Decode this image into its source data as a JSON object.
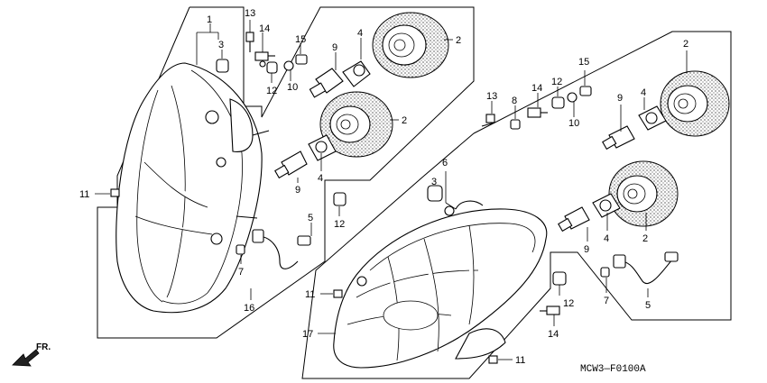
{
  "callouts": {
    "c1": "1",
    "c3a": "3",
    "c13a": "13",
    "c14a": "14",
    "c15a": "15",
    "c12a": "12",
    "c10a": "10",
    "c9a": "9",
    "c4a": "4",
    "c2a": "2",
    "c2b": "2",
    "c11a": "11",
    "c9b": "9",
    "c4b": "4",
    "c12b": "12",
    "c5a": "5",
    "c7a": "7",
    "c16": "16",
    "c13b": "13",
    "c8": "8",
    "c14b": "14",
    "c12c": "12",
    "c15b": "15",
    "c10b": "10",
    "c2c": "2",
    "c9c": "9",
    "c4c": "4",
    "c6": "6",
    "c3b": "3",
    "c2d": "2",
    "c9d": "9",
    "c4d": "4",
    "c11b": "11",
    "c12d": "12",
    "c7b": "7",
    "c5b": "5",
    "c14c": "14",
    "c17": "17",
    "c11c": "11"
  },
  "diagram_code": "MCW3—F0100A",
  "direction_label": "FR.",
  "icons": [
    "front-direction-arrow-icon"
  ]
}
